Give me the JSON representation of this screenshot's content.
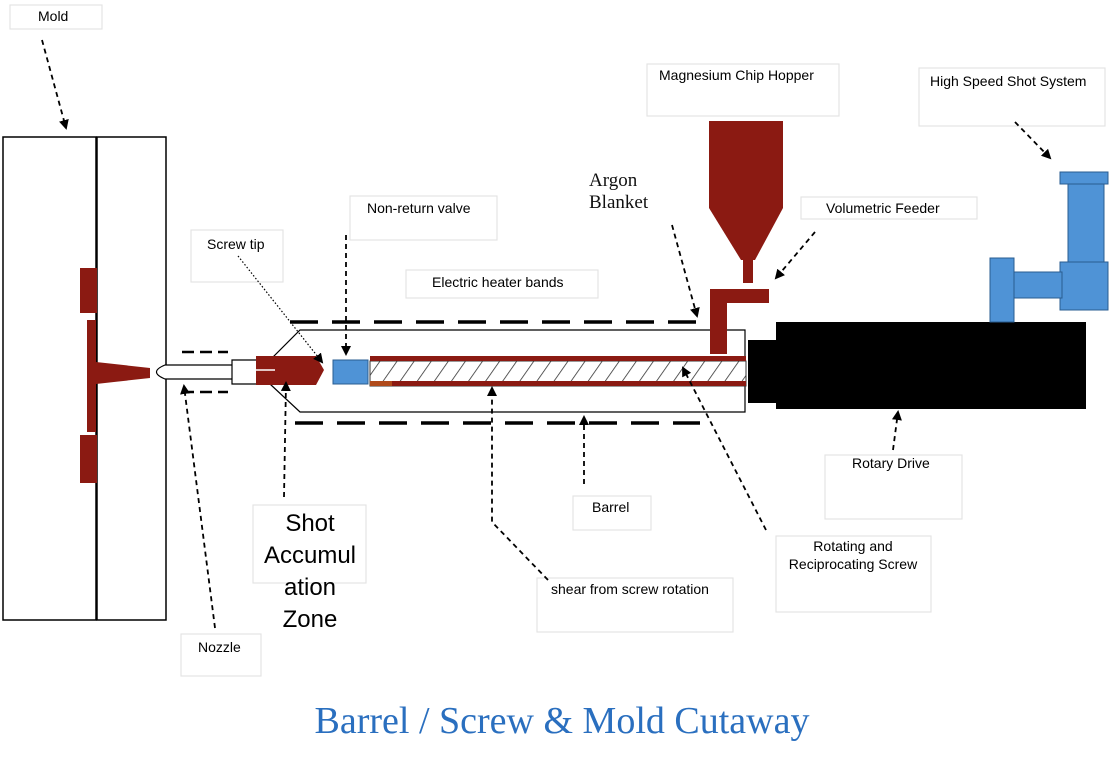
{
  "title": "Barrel / Screw & Mold Cutaway",
  "colors": {
    "title": "#2a6fbf",
    "metal": "#8b1a12",
    "shot_system": "#4f93d6",
    "drive": "#000000",
    "valve": "#4f93d6"
  },
  "labels": {
    "mold": "Mold",
    "hopper": "Magnesium Chip Hopper",
    "shot_system": "High Speed Shot System",
    "argon_line1": "Argon",
    "argon_line2": "Blanket",
    "non_return_valve": "Non-return valve",
    "volumetric_feeder": "Volumetric Feeder",
    "screw_tip": "Screw tip",
    "heater_bands": "Electric heater bands",
    "rotary_drive": "Rotary Drive",
    "barrel": "Barrel",
    "rotating_line1": "Rotating and",
    "rotating_line2": "Reciprocating Screw",
    "shear": "shear from screw rotation",
    "shot_line1": "Shot",
    "shot_line2": "Accumul",
    "shot_line3": "ation",
    "shot_line4": "Zone",
    "nozzle": "Nozzle"
  }
}
